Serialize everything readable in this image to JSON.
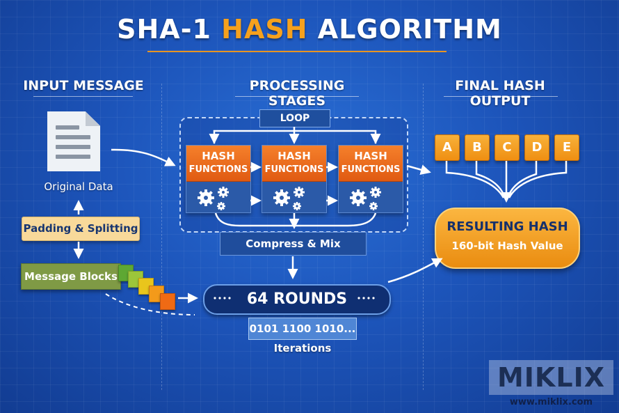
{
  "title": {
    "part1": "SHA-1 ",
    "part2": "HASH",
    "part3": " ALGORITHM"
  },
  "sections": {
    "input": "INPUT MESSAGE",
    "processing": "PROCESSING STAGES",
    "output": "FINAL HASH OUTPUT"
  },
  "input": {
    "original_label": "Original Data",
    "padding_label": "Padding & Splitting",
    "blocks_label": "Message Blocks",
    "block_colors": [
      "#5ea833",
      "#9cc63a",
      "#e9c51c",
      "#f39a1a",
      "#ef6a14"
    ]
  },
  "processing": {
    "loop_label": "LOOP",
    "functions": [
      {
        "line1": "HASH",
        "line2": "FUNCTIONS"
      },
      {
        "line1": "HASH",
        "line2": "FUNCTIONS"
      },
      {
        "line1": "HASH",
        "line2": "FUNCTIONS"
      }
    ],
    "compress_label": "Compress & Mix",
    "rounds_label": "64 ROUNDS",
    "bits_label": "0101 1100 1010...",
    "iterations_label": "Iterations"
  },
  "output": {
    "registers": [
      "A",
      "B",
      "C",
      "D",
      "E"
    ],
    "result_title": "RESULTING HASH",
    "result_subtitle": "160-bit Hash Value"
  },
  "watermark": {
    "brand": "MIKLIX",
    "url": "www.miklix.com"
  },
  "colors": {
    "accent_orange": "#f6a11d",
    "function_orange": "#e86a1a",
    "background_blue": "#1d55bb"
  }
}
